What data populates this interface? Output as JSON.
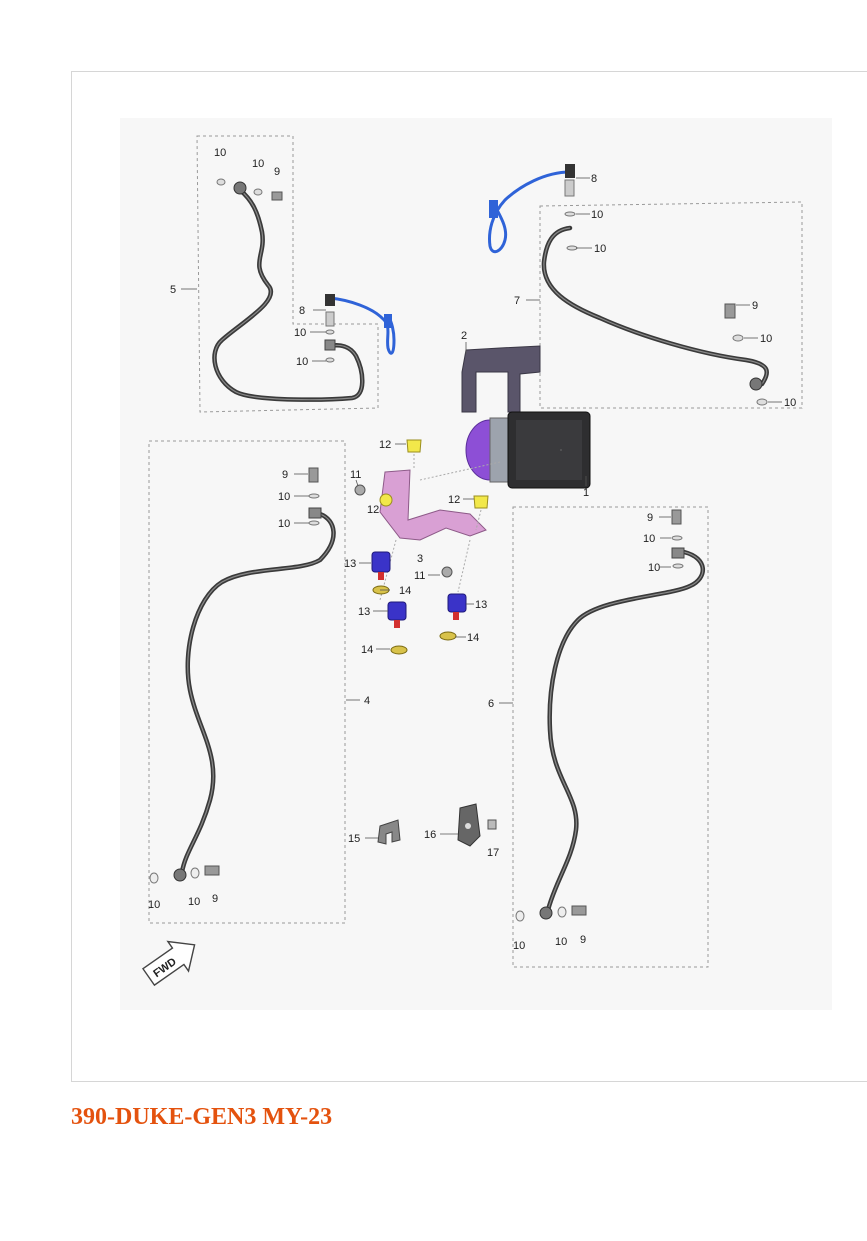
{
  "caption": "390-DUKE-GEN3 MY-23",
  "fwd_label": "FWD",
  "callouts": {
    "c1": "1",
    "c2": "2",
    "c3": "3",
    "c4": "4",
    "c5": "5",
    "c6": "6",
    "c7": "7",
    "c8": "8",
    "c9": "9",
    "c10": "10",
    "c11": "11",
    "c12": "12",
    "c13": "13",
    "c14": "14",
    "c15": "15",
    "c16": "16",
    "c17": "17"
  },
  "colors": {
    "caption": "#e4520e",
    "brake_line": "#3a3a3a",
    "sensor_cable": "#2f63d8",
    "abs_unit": "#2e2e30",
    "abs_motor": "#8d4fd6",
    "bracket": "#d9a0d4",
    "rubber_mount": "#3a33c8",
    "nut": "#d8c24a",
    "clip": "#f2e84a"
  }
}
